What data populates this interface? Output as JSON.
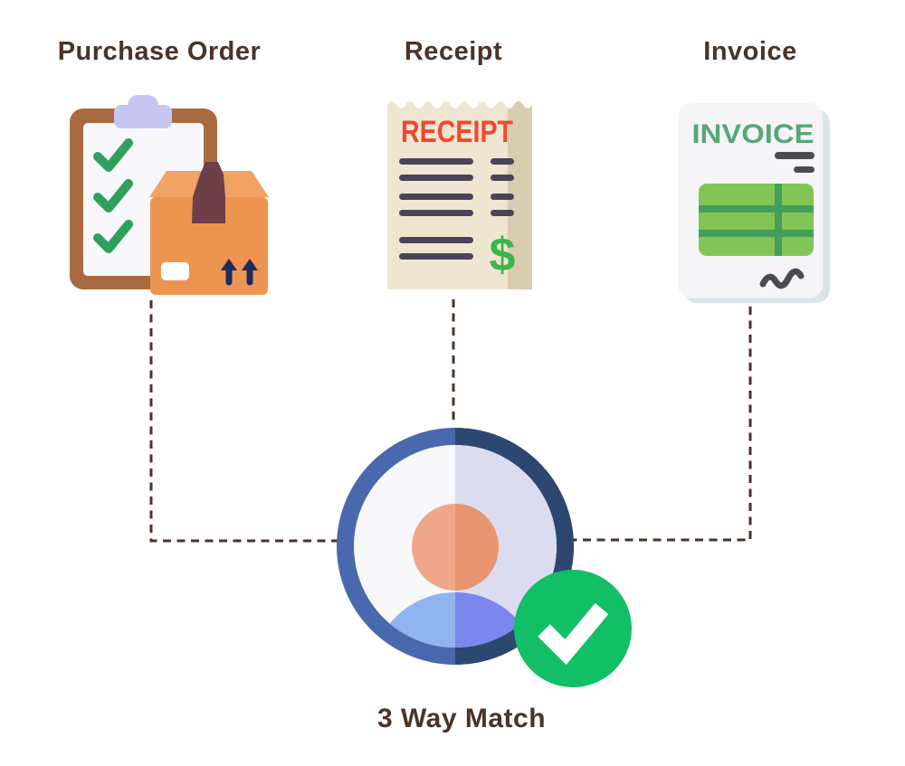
{
  "labels": {
    "purchase_order": "Purchase Order",
    "receipt": "Receipt",
    "invoice": "Invoice",
    "match": "3 Way Match"
  },
  "icon_text": {
    "receipt_title": "RECEIPT",
    "invoice_title": "INVOICE",
    "dollar_sign": "$"
  },
  "icons": [
    "clipboard-checklist-icon",
    "package-box-icon",
    "receipt-icon",
    "invoice-icon",
    "person-avatar-icon",
    "approved-check-badge-icon"
  ],
  "colors": {
    "label_brown": "#4b3327",
    "dash_brown": "#4a332a",
    "clip_frame": "#a96a41",
    "paper_white": "#f7f7fc",
    "clip_lavender": "#c6c6f0",
    "check_green": "#2fa05c",
    "box_top": "#f2a263",
    "box_body": "#ed9550",
    "box_tape": "#6f3f48",
    "box_arrow": "#1f2b5b",
    "box_label_white": "#ffffff",
    "receipt_paper": "#efe6d2",
    "receipt_shade": "#d8ccb1",
    "receipt_red": "#f4472e",
    "receipt_line": "#4a4458",
    "dollar_green": "#3cb54a",
    "invoice_paper": "#f5f4f7",
    "invoice_shadow": "#d9e5e9",
    "invoice_green": "#55a877",
    "invoice_gray": "#4d4a52",
    "table_light": "#82c556",
    "table_dark": "#459e58",
    "ring_left": "#4a68ad",
    "ring_right": "#2c4770",
    "face_left": "#f8f8fb",
    "face_right": "#dcdcf0",
    "head_left": "#f0a68a",
    "head_right": "#e89670",
    "shoulder_left": "#8fb4ef",
    "shoulder_right": "#7b86ee",
    "badge_green": "#12be66",
    "badge_check": "#ffffff"
  }
}
